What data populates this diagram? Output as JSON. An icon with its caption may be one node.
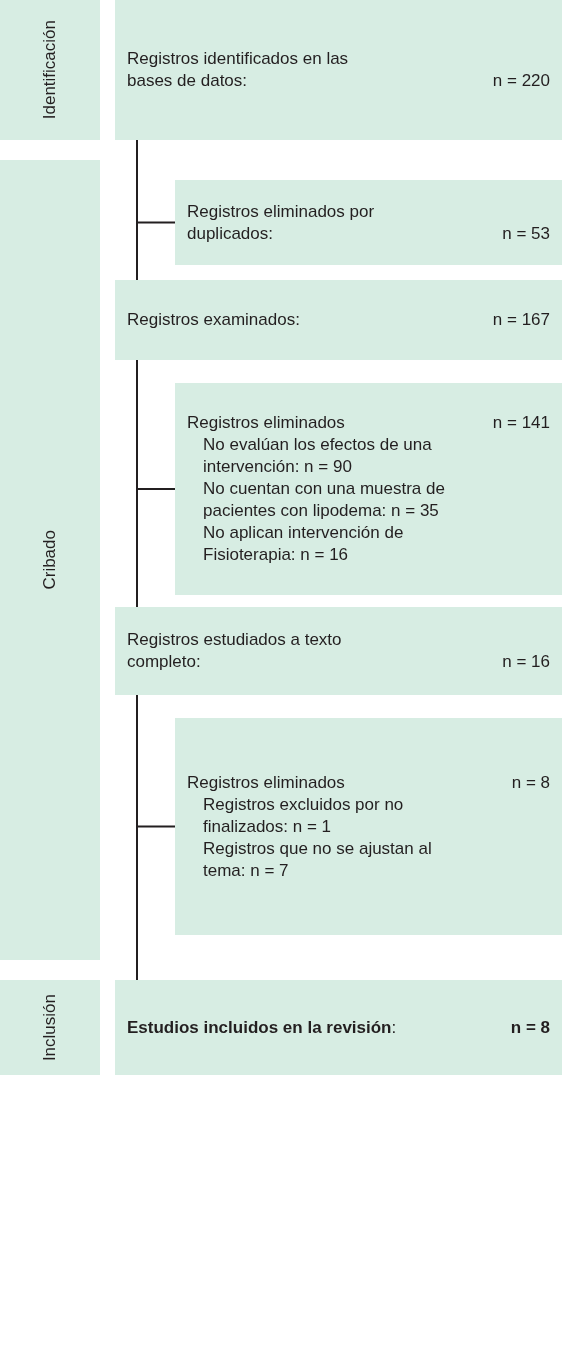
{
  "diagram": {
    "nodes": [
      {
        "text": [
          "Identificación"
        ]
      },
      {
        "text": [
          "Cribado"
        ]
      },
      {
        "text": [
          "Inclusión"
        ]
      },
      {
        "text": [
          "Registros identificados en las bases de datos:",
          "n = 220"
        ]
      },
      {
        "text": [
          "Registros eliminados por duplicados:",
          "n = 53"
        ]
      },
      {
        "text": [
          "Registros examinados:",
          "n = 167"
        ]
      },
      {
        "text": [
          "Registros eliminados",
          "n = 141",
          "No evalúan los efectos de una intervención: n = 90",
          "No cuentan con una muestra de pacientes con lipodema: n = 35",
          "No aplican intervención de Fisioterapia: n = 16"
        ]
      },
      {
        "text": [
          "Registros estudiados a texto completo:",
          "n = 16"
        ]
      },
      {
        "text": [
          "Registros eliminados",
          "n = 8",
          "Registros excluidos por no finalizados: n = 1",
          "Registros que no se ajustan al tema: n = 7"
        ]
      },
      {
        "text": [
          "**Estudios incluidos en la revisión**:",
          "**n = 8**"
        ]
      }
    ],
    "edges": [
      {
        "from": 3,
        "to": 4,
        "arrow": "none"
      },
      {
        "from": 3,
        "to": 5,
        "arrow": "none"
      },
      {
        "from": 5,
        "to": 6,
        "arrow": "none"
      },
      {
        "from": 5,
        "to": 7,
        "arrow": "none"
      },
      {
        "from": 7,
        "to": 8,
        "arrow": "none"
      },
      {
        "from": 7,
        "to": 9,
        "arrow": "none"
      }
    ]
  }
}
